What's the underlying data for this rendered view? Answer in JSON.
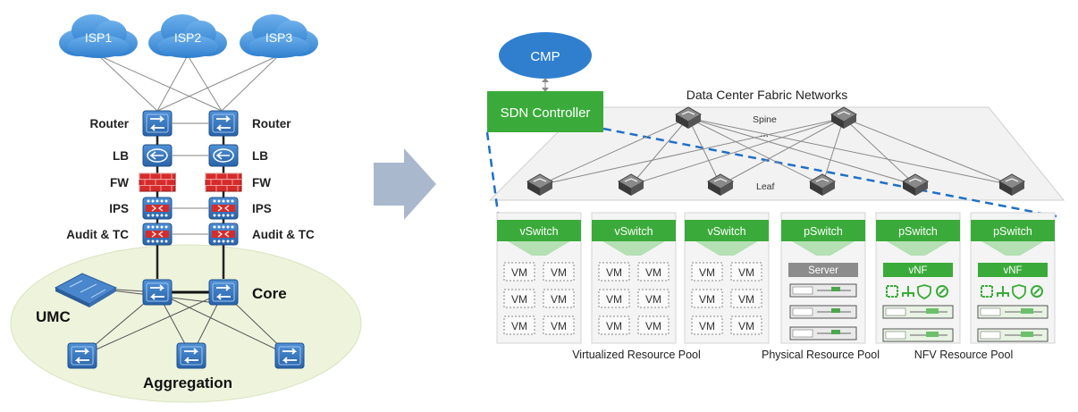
{
  "legacy": {
    "isps": [
      "ISP1",
      "ISP2",
      "ISP3"
    ],
    "layers": {
      "router": "Router",
      "lb": "LB",
      "fw": "FW",
      "ips": "IPS",
      "audit": "Audit & TC"
    },
    "umc_label": "UMC",
    "core_label": "Core",
    "aggregation_label": "Aggregation"
  },
  "sdn": {
    "cmp_label": "CMP",
    "controller_label": "SDN Controller",
    "fabric_title": "Data Center Fabric Networks",
    "spine_label": "Spine",
    "spine_ellipsis": "...",
    "leaf_label": "Leaf",
    "pools": [
      {
        "switch_label": "vSwitch",
        "type": "vm",
        "vm_label": "VM"
      },
      {
        "switch_label": "vSwitch",
        "type": "vm",
        "vm_label": "VM"
      },
      {
        "switch_label": "vSwitch",
        "type": "vm",
        "vm_label": "VM"
      },
      {
        "switch_label": "pSwitch",
        "type": "server",
        "inner_label": "Server"
      },
      {
        "switch_label": "pSwitch",
        "type": "vnf",
        "inner_label": "vNF"
      },
      {
        "switch_label": "pSwitch",
        "type": "vnf",
        "inner_label": "vNF"
      }
    ],
    "pool_captions": {
      "virtualized": "Virtualized Resource Pool",
      "physical": "Physical Resource Pool",
      "nfv": "NFV Resource Pool"
    }
  },
  "colors": {
    "cloud": "#3f8fd8",
    "device": "#2f6fb5",
    "firewall": "#d62b2b",
    "green": "#3aab3a",
    "ellipse": "#eef3dc",
    "arrow": "#a9b8cc",
    "dashed": "#1f6fc8"
  }
}
